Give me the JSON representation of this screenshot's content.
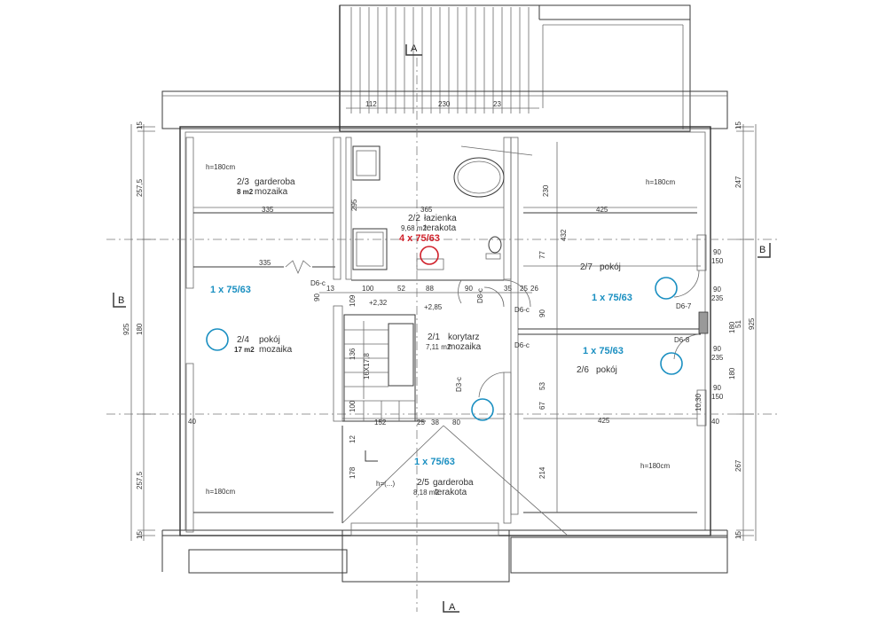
{
  "colors": {
    "line": "#3a3a3a",
    "annotation_blue": "#1a8fc1",
    "annotation_red": "#d0202a"
  },
  "section_marks": {
    "a_top": "A",
    "a_bottom": "A",
    "b_left": "B",
    "b_right": "B"
  },
  "rooms": {
    "r23": {
      "number": "2/3",
      "name": "garderoba",
      "area": "8 m2",
      "floor": "mozaika",
      "height": "h=180cm"
    },
    "r22": {
      "number": "2/2",
      "name": "łazienka",
      "area": "9,68 m2",
      "floor": "terakota"
    },
    "r24": {
      "number": "2/4",
      "name": "pokój",
      "area": "17 m2",
      "floor": "mozaika"
    },
    "r21": {
      "number": "2/1",
      "name": "korytarz",
      "area": "7,11 m2",
      "floor": "mozaika"
    },
    "r25": {
      "number": "2/5",
      "name": "garderoba",
      "area": "8,18 m2",
      "floor": "terakota"
    },
    "r27": {
      "number": "2/7",
      "name": "pokój"
    },
    "r26": {
      "number": "2/6",
      "name": "pokój"
    }
  },
  "heights": {
    "h1": "h=180cm",
    "h2": "h=180cm",
    "h3": "h=180cm",
    "h4": "h=180cm"
  },
  "annotations": {
    "bath": "4 x 75/63",
    "r24": "1 x 75/63",
    "r27": "1 x 75/63",
    "r26": "1 x 75/63",
    "r25": "1 x 75/63"
  },
  "dims": {
    "top_112": "112",
    "top_230": "230",
    "top_23": "23",
    "d335a": "335",
    "d335b": "335",
    "d365": "365",
    "d425a": "425",
    "d425b": "425",
    "d432": "432",
    "d230": "230",
    "d295": "295",
    "l_15a": "15",
    "l_2575a": "257,5",
    "l_925": "925",
    "l_180": "180",
    "l_2575b": "257,5",
    "l_15b": "15",
    "r_15a": "15",
    "r_247": "247",
    "r_925": "925",
    "r_51": "51",
    "r_267": "267",
    "r_15b": "15",
    "row_13": "13",
    "row_100": "100",
    "row_52": "52",
    "row_88": "88",
    "row_90": "90",
    "row_35": "35",
    "row_25": "25",
    "row_26": "26",
    "lvl1": "+2,32",
    "lvl2": "+2,85",
    "d152": "152",
    "d25": "25",
    "d38": "38",
    "d80": "80",
    "d214": "214",
    "d67": "67",
    "d53": "53",
    "d77": "77",
    "d90b": "90",
    "d40a": "40",
    "d40b": "40",
    "d178": "178",
    "d12": "12",
    "d100": "100",
    "d136": "136",
    "d109": "109",
    "d90c": "90",
    "door_90_150a": "90",
    "door_150a": "150",
    "door_90_235a": "90",
    "door_235a": "235",
    "door_90_235b": "90",
    "door_235b": "235",
    "door_90_150b": "90",
    "door_150b": "150",
    "d180r": "180",
    "d180r2": "180",
    "d1030": "10,30"
  },
  "doors": {
    "d1": "D6-c",
    "d2": "D6-c",
    "d3": "D6-c",
    "d4": "D3-c",
    "d5": "D6-7",
    "d6": "D6-8",
    "d7": "D8-c"
  },
  "stair": {
    "label": "16X17,8",
    "h": "h=(...)"
  }
}
